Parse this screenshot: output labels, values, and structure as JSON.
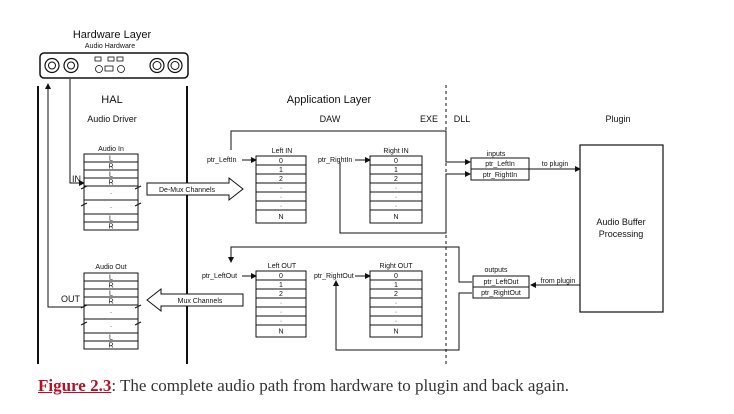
{
  "hardware": {
    "title": "Hardware Layer",
    "subtitle": "Audio Hardware"
  },
  "hal": {
    "title": "HAL",
    "driver": "Audio Driver",
    "in_label": "IN",
    "out_label": "OUT"
  },
  "app_layer": {
    "title": "Application Layer",
    "daw": "DAW",
    "exe": "EXE",
    "dll": "DLL"
  },
  "plugin": {
    "title": "Plugin",
    "box_line1": "Audio Buffer",
    "box_line2": "Processing"
  },
  "audio_in": {
    "title": "Audio In",
    "cells": [
      "L",
      "R",
      "L",
      "R",
      "·",
      "·",
      "L",
      "R"
    ]
  },
  "audio_out": {
    "title": "Audio Out",
    "cells": [
      "L",
      "R",
      "L",
      "R",
      "·",
      "·",
      "L",
      "R"
    ]
  },
  "demux_label": "De-Mux Channels",
  "mux_label": "Mux Channels",
  "buffers": {
    "left_in": {
      "title": "Left IN",
      "ptr": "ptr_LeftIn",
      "cells": [
        "0",
        "1",
        "2",
        "·",
        "·",
        "·",
        "N"
      ]
    },
    "right_in": {
      "title": "Right IN",
      "ptr": "ptr_RightIn",
      "cells": [
        "0",
        "1",
        "2",
        "·",
        "·",
        "·",
        "N"
      ]
    },
    "left_out": {
      "title": "Left OUT",
      "ptr": "ptr_LeftOut",
      "cells": [
        "0",
        "1",
        "2",
        "·",
        "·",
        "·",
        "N"
      ]
    },
    "right_out": {
      "title": "Right OUT",
      "ptr": "ptr_RightOut",
      "cells": [
        "0",
        "1",
        "2",
        "·",
        "·",
        "·",
        "N"
      ]
    }
  },
  "plugin_inputs": {
    "title": "inputs",
    "items": [
      "ptr_LeftIn",
      "ptr_RightIn"
    ],
    "arrow_label": "to plugin"
  },
  "plugin_outputs": {
    "title": "outputs",
    "items": [
      "ptr_LeftOut",
      "ptr_RightOut"
    ],
    "arrow_label": "from plugin"
  },
  "caption": {
    "ref": "Figure 2.3",
    "text": ": The complete audio path from hardware to plugin and back again."
  }
}
